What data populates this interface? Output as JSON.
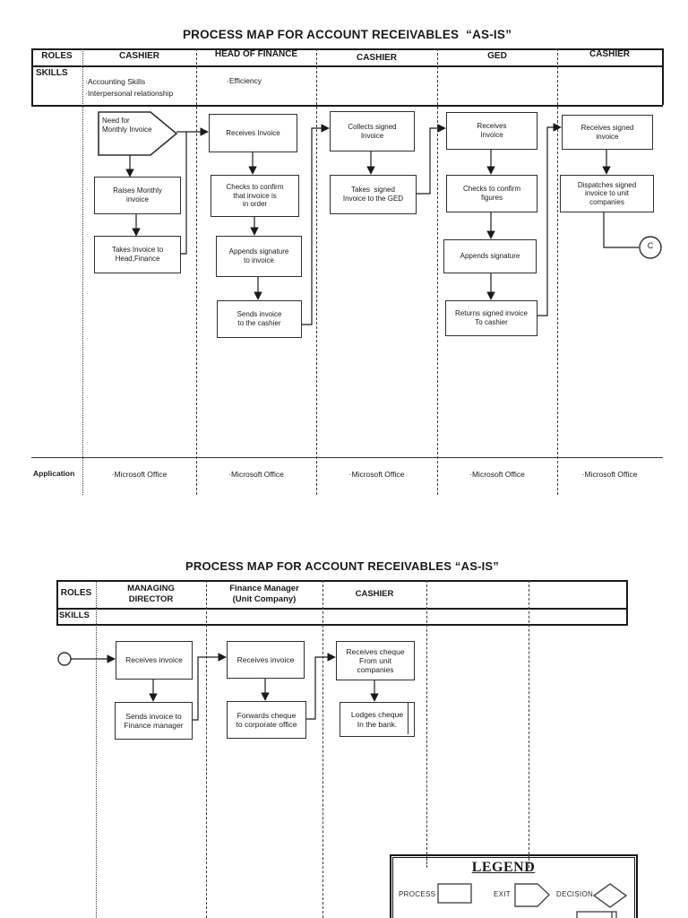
{
  "map1": {
    "title": "PROCESS MAP FOR ACCOUNT RECEIVABLES  “AS-IS”",
    "roles_label": "ROLES",
    "skills_label": "SKILLS",
    "application_label": "Application",
    "columns": [
      {
        "role": "CASHIER",
        "skills": "·Accounting Skills\n·Interpersonal relationship",
        "application": "·Microsoft Office"
      },
      {
        "role": "HEAD OF FINANCE",
        "skills": "·Efficiency",
        "application": "·Microsoft Office"
      },
      {
        "role": "CASHIER",
        "skills": "",
        "application": "·Microsoft Office"
      },
      {
        "role": "GED",
        "skills": "",
        "application": "·Microsoft Office"
      },
      {
        "role": "CASHIER",
        "skills": "",
        "application": "·Microsoft Office"
      }
    ],
    "nodes": {
      "need_monthly": "Need for\nMonthly Invoice",
      "raises": "Raises Monthly\ninvoice",
      "takes_to_head": "Takes Invoice to\nHead,Finance",
      "receives_invoice_hof": "Receives Invoice",
      "checks_order": "Checks to confirm\nthat invoice is\nin order",
      "appends_sig_invoice": "Appends signature\nto invoice",
      "sends_to_cashier": "Sends invoice\nto the cashier",
      "collects_signed": "Collects signed\nInvoice",
      "takes_signed_ged": "Takes  signed\nInvoice to the GED",
      "receives_invoice_ged": "Receives\nInvoice",
      "checks_figures": "Checks to confirm\nfigures",
      "appends_sig": "Appends signature",
      "returns_signed": "Returns signed invoice\nTo cashier",
      "receives_signed": "Receives signed\ninvoice",
      "dispatches": "Dispatches signed\ninvoice to unit\ncompanies",
      "connector_c": "C"
    }
  },
  "map2": {
    "title": "PROCESS MAP FOR ACCOUNT RECEIVABLES “AS-IS”",
    "roles_label": "ROLES",
    "skills_label": "SKILLS",
    "columns": [
      {
        "role": "MANAGING\nDIRECTOR"
      },
      {
        "role": "Finance Manager\n(Unit Company)"
      },
      {
        "role": "CASHIER"
      },
      {
        "role": ""
      },
      {
        "role": ""
      }
    ],
    "nodes": {
      "receives_invoice_md": "Receives invoice",
      "sends_to_fm": "Sends invoice to\nFinance manager",
      "receives_invoice_fm": "Receives invoice",
      "forwards_cheque": "Forwards cheque\nto corporate office",
      "receives_cheque": "Receives cheque\nFrom unit\ncompanies",
      "lodges_cheque": "Lodges cheque\nIn the bank."
    }
  },
  "legend": {
    "title": "LEGEND",
    "items": [
      {
        "label": "PROCESS",
        "shape": "rectangle"
      },
      {
        "label": "EXIT",
        "shape": "exit-pentagon"
      },
      {
        "label": "DECISION",
        "shape": "diamond"
      }
    ]
  },
  "colors": {
    "ink": "#1a1a1a",
    "paper": "#ffffff"
  }
}
